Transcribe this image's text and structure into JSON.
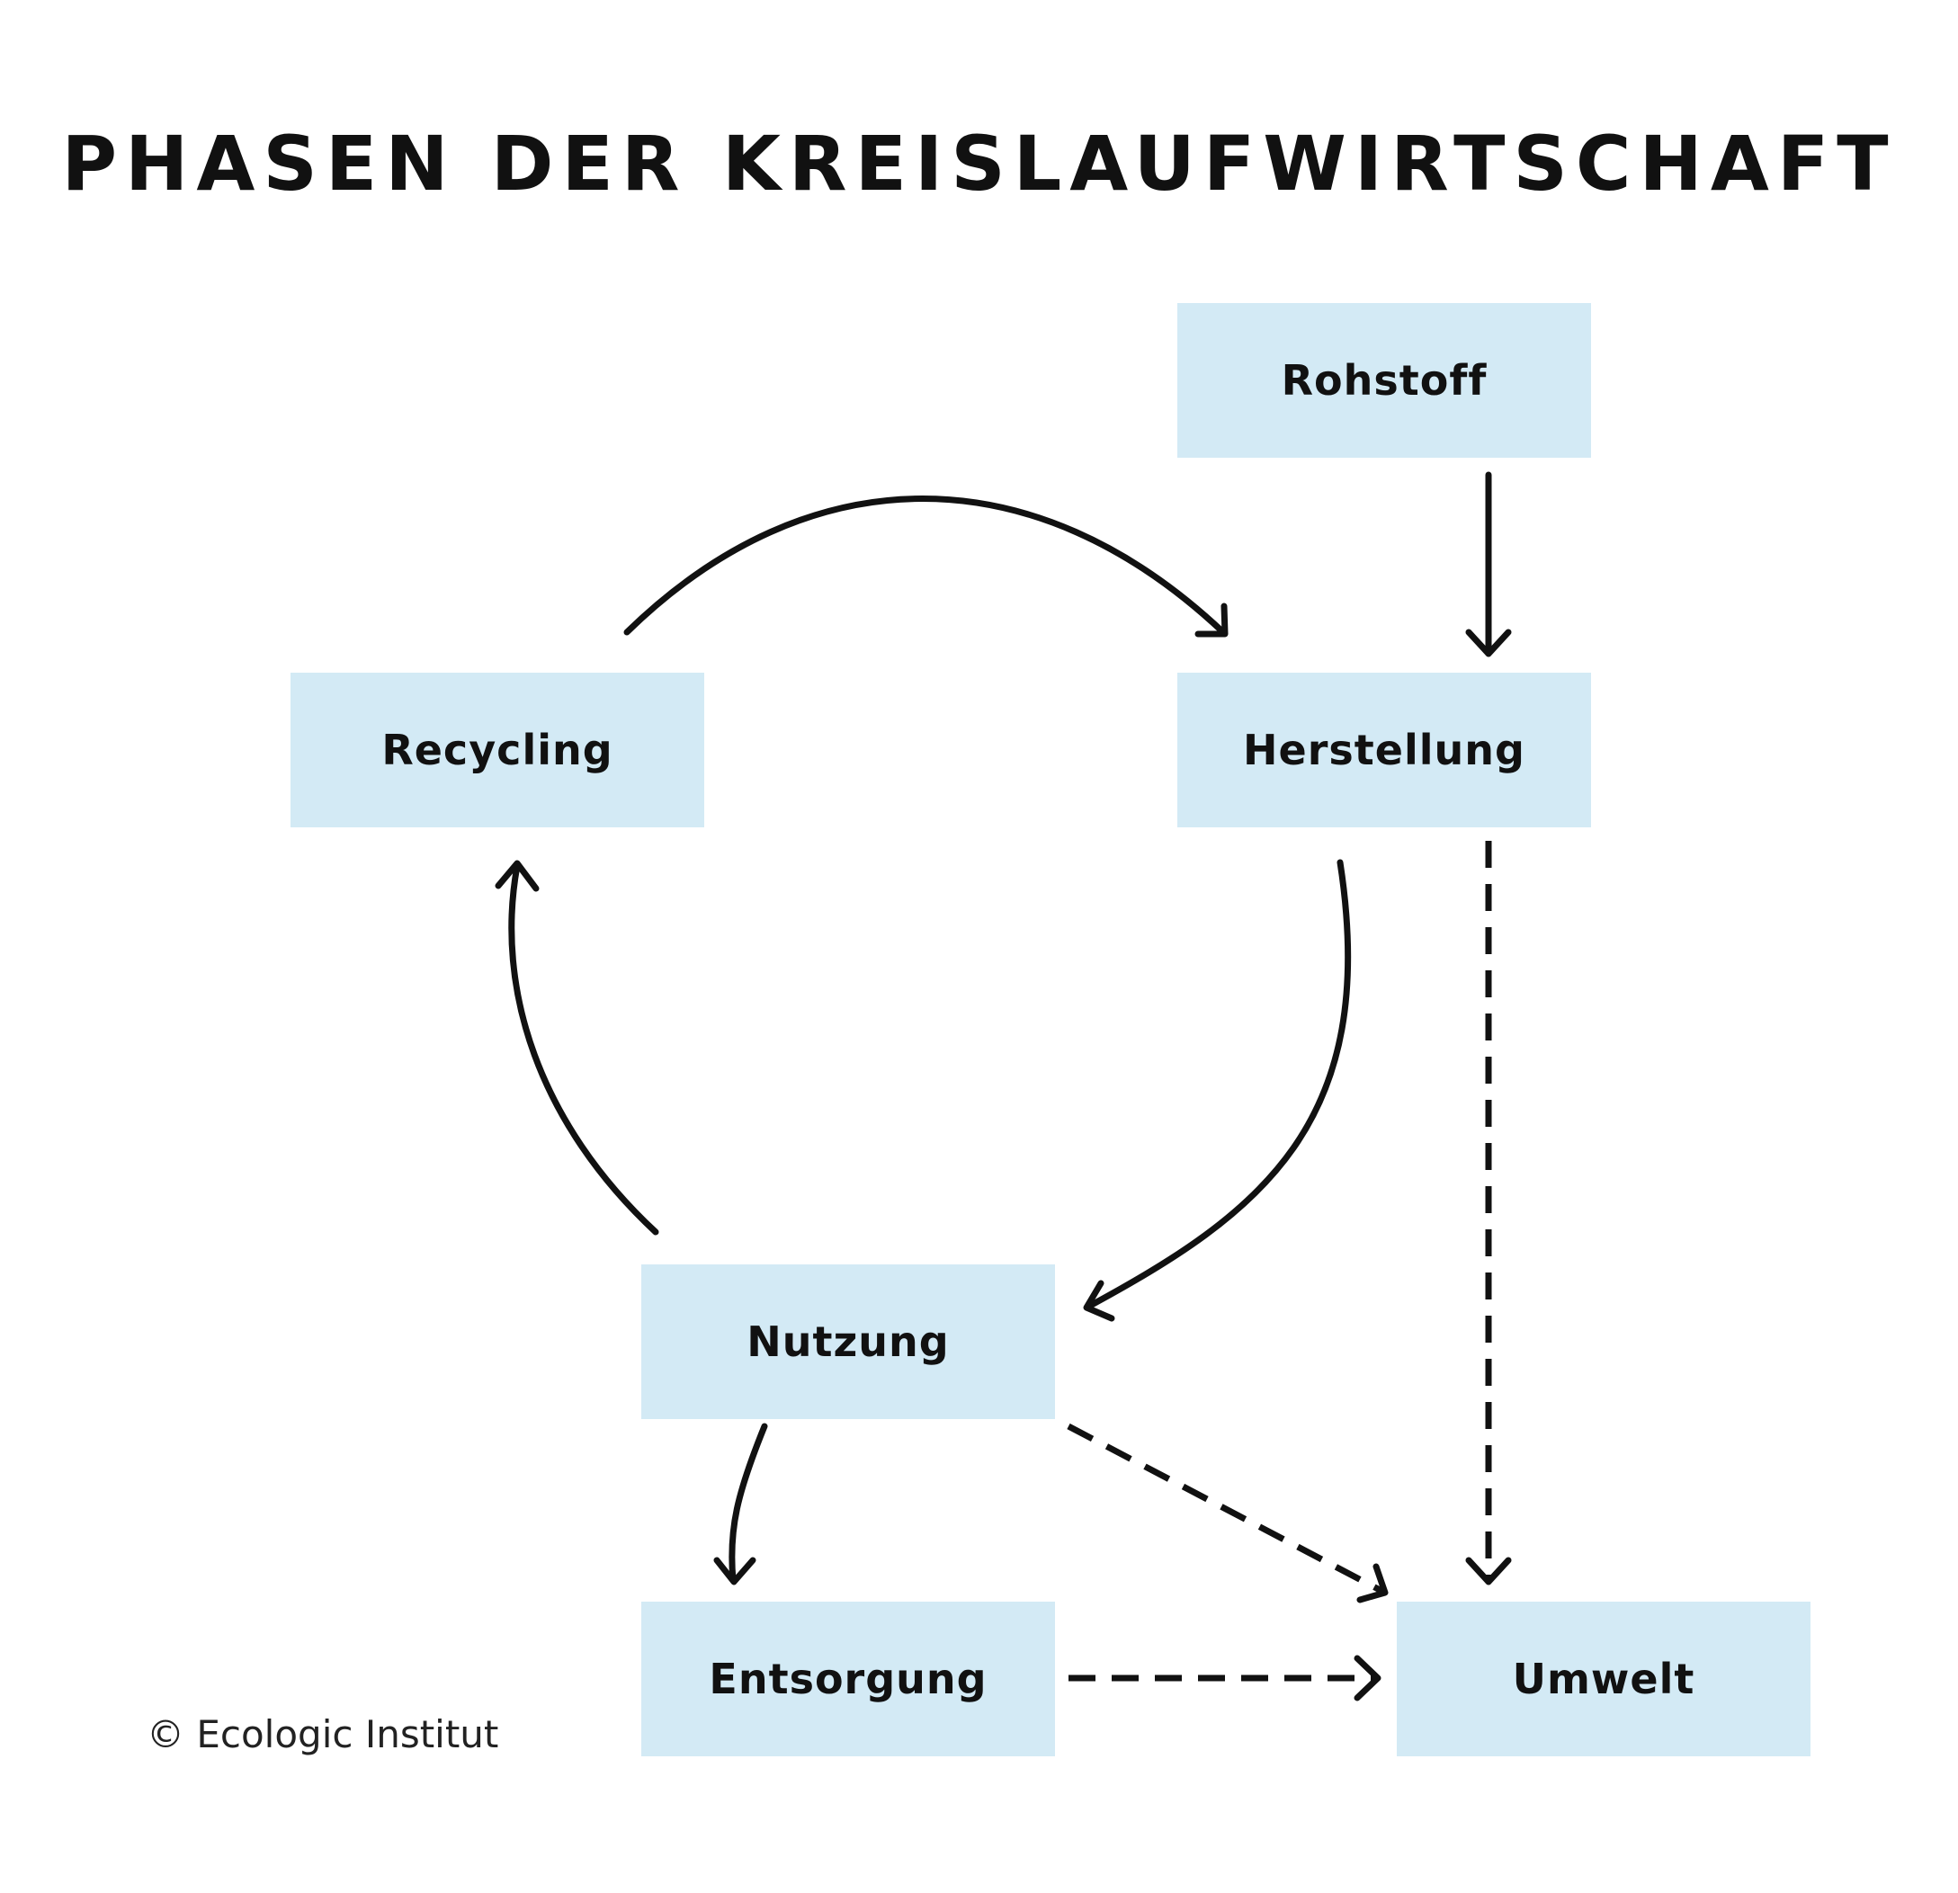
{
  "title": "PHASEN DER KREISLAUFWIRTSCHAFT",
  "node_color": "#d3eaf5",
  "nodes": {
    "rohstoff": "Rohstoff",
    "recycling": "Recycling",
    "herstellung": "Herstellung",
    "nutzung": "Nutzung",
    "entsorgung": "Entsorgung",
    "umwelt": "Umwelt"
  },
  "copyright": "© Ecologic Institut"
}
